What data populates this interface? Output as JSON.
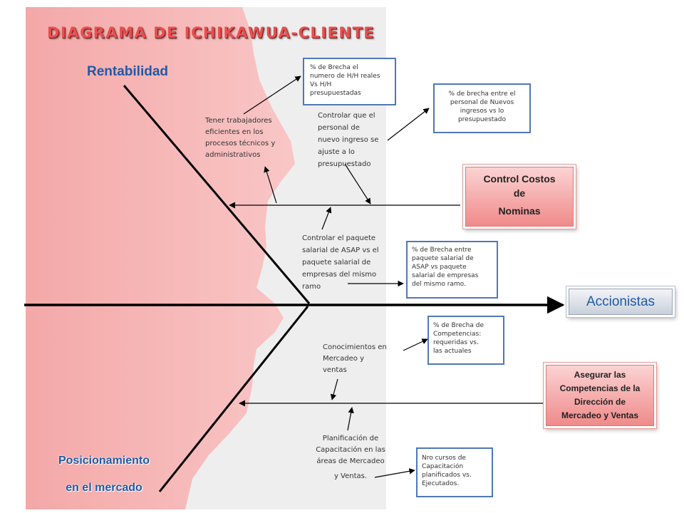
{
  "title": "DIAGRAMA DE ICHIKAWUA-CLIENTE",
  "categories": {
    "rentabilidad": "Rentabilidad",
    "posicionamiento_line1": "Posicionamiento",
    "posicionamiento_line2": "en el mercado"
  },
  "effect": "Accionistas",
  "objectives": {
    "control_costos": {
      "line1": "Control Costos",
      "line2": "de",
      "line3": "Nominas"
    },
    "competencias": {
      "line1": "Asegurar las",
      "line2": "Competencias de la",
      "line3": "Dirección de",
      "line4": "Mercadeo y Ventas"
    }
  },
  "causes": {
    "trabajadores": {
      "line1": "Tener trabajadores",
      "line2": "eficientes en los",
      "line3": "procesos técnicos y",
      "line4": "administrativos"
    },
    "nuevo_ingreso": {
      "line1": "Controlar que el",
      "line2": "personal de",
      "line3": "nuevo ingreso se",
      "line4": "ajuste a lo",
      "line5": "presupuestado"
    },
    "paquete_salarial": {
      "line1": "Controlar el paquete",
      "line2": "salarial de ASAP vs el",
      "line3": "paquete salarial de",
      "line4": "empresas del mismo",
      "line5": "ramo"
    },
    "conocimientos": {
      "line1": "Conocimientos en",
      "line2": "Mercadeo y",
      "line3": "ventas"
    },
    "planificacion": {
      "line1": "Planificación de",
      "line2": "Capacitación en las",
      "line3": "áreas de Mercadeo",
      "line4": "y Ventas."
    }
  },
  "indicators": {
    "hh": {
      "line1": "% de Brecha el",
      "line2": "numero de H/H reales",
      "line3": "Vs H/H",
      "line4": "presupuestadas"
    },
    "nuevos_ingresos": {
      "line1": "% de brecha entre el",
      "line2": "personal de Nuevos",
      "line3": "ingresos vs lo",
      "line4": "presupuestado"
    },
    "paquete": {
      "line1": "% de Brecha entre",
      "line2": "paquete salarial de",
      "line3": "ASAP vs paquete",
      "line4": "salarial de empresas",
      "line5": "del mismo ramo."
    },
    "competencias": {
      "line1": "% de Brecha de",
      "line2": "Competencias:",
      "line3": "requeridas vs.",
      "line4": "las actuales"
    },
    "cursos": {
      "line1": "Nro cursos de",
      "line2": "Capacitación",
      "line3": "planificados vs.",
      "line4": "Ejecutados."
    }
  },
  "colors": {
    "accent_red": "#e8504f",
    "face_pink": "#f7b8b8",
    "category_blue": "#1f5aa6",
    "kpi_border": "#4f78b4"
  }
}
